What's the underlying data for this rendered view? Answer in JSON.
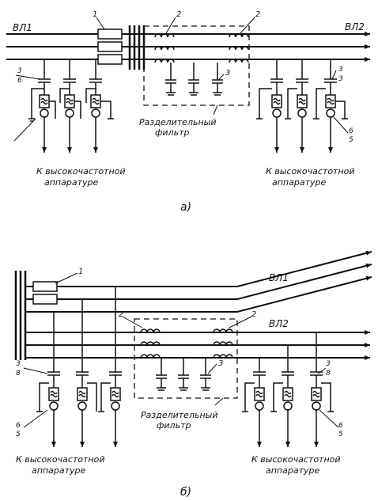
{
  "figure_a": {
    "line_left": "ВЛ1",
    "line_right": "ВЛ2",
    "callouts": [
      "1",
      "2",
      "2",
      "3",
      "3",
      "6",
      "3",
      "3",
      "6",
      "5"
    ],
    "filter_label_1": "Разделительный",
    "filter_label_2": "фильтр",
    "eq_left_1": "К высокочастотной",
    "eq_left_2": "аппаратуре",
    "eq_right_1": "К высокочастотной",
    "eq_right_2": "аппаратуре",
    "caption": "а)"
  },
  "figure_b": {
    "line_top": "ВЛ1",
    "line_bottom": "ВЛ2",
    "callouts": [
      "1",
      "2",
      "2",
      "3",
      "3",
      "8",
      "6",
      "5",
      "3",
      "8",
      "6",
      "5"
    ],
    "filter_label_1": "Разделительный",
    "filter_label_2": "фильтр",
    "eq_left_1": "К высокочастотной",
    "eq_left_2": "аппаратуре",
    "eq_right_1": "К высокочастотной",
    "eq_right_2": "аппаратуре",
    "caption": "б)"
  },
  "colors": {
    "ink": "#111111",
    "paper": "#ffffff"
  }
}
